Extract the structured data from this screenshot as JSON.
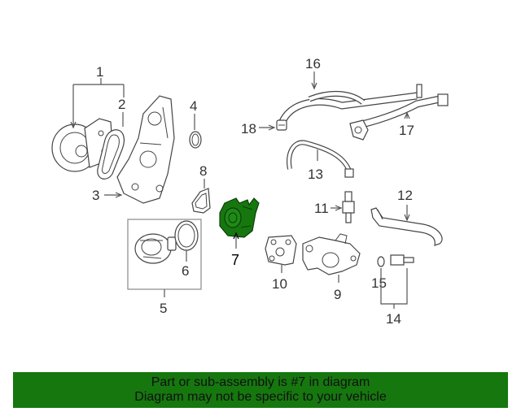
{
  "diagram": {
    "highlight_color": "#16770f",
    "highlighted_part": "7",
    "callouts": {
      "c1": "1",
      "c2": "2",
      "c3": "3",
      "c4": "4",
      "c5": "5",
      "c6": "6",
      "c7": "7",
      "c8": "8",
      "c9": "9",
      "c10": "10",
      "c11": "11",
      "c12": "12",
      "c13": "13",
      "c14": "14",
      "c15": "15",
      "c16": "16",
      "c17": "17",
      "c18": "18"
    }
  },
  "footer": {
    "line1": "Part or sub-assembly is #7 in diagram",
    "line2": "Diagram may not be specific to your vehicle",
    "background": "#16770f"
  }
}
